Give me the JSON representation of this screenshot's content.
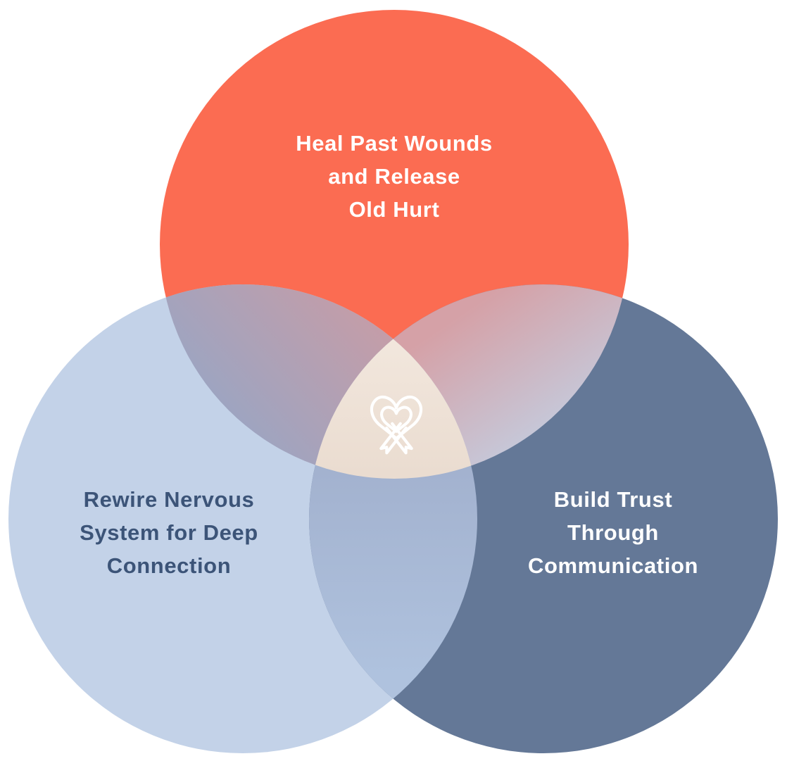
{
  "diagram": {
    "type": "venn",
    "sets": [
      {
        "id": "heal",
        "position": "top",
        "label": "Heal Past Wounds\nand Release\nOld Hurt",
        "fill": "#FB6C52",
        "text_color": "#FFFFFF"
      },
      {
        "id": "rewire",
        "position": "bottom-left",
        "label": "Rewire Nervous\nSystem for Deep\nConnection",
        "fill": "#C3D2E8",
        "text_color": "#3C5478"
      },
      {
        "id": "trust",
        "position": "bottom-right",
        "label": "Build Trust\nThrough\nCommunication",
        "fill": "#647897",
        "text_color": "#FFFFFF"
      }
    ],
    "center_icon": {
      "name": "heart-ribbon-icon",
      "stroke_color": "#FFFFFF",
      "background": "#EFE2D8"
    },
    "overlaps": {
      "top_left": {
        "from": "#C99CA5",
        "to": "#9AA5C3"
      },
      "top_right": {
        "from": "#D5A1A7",
        "to": "#C3CFE2"
      },
      "bottom": {
        "from": "#A2B1CE",
        "to": "#AFC2DE"
      },
      "center": {
        "from": "#F2E7DD",
        "to": "#EADCD0"
      }
    }
  }
}
